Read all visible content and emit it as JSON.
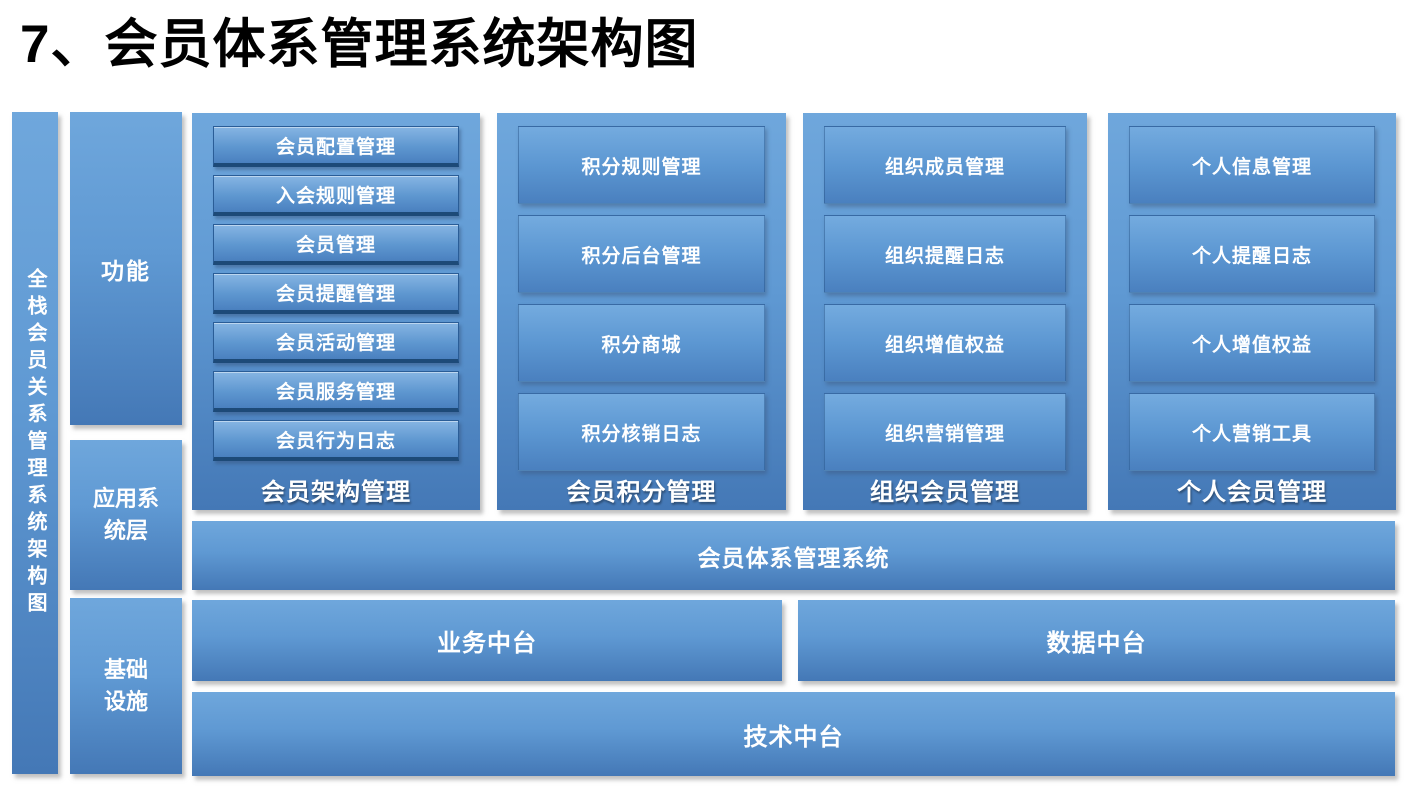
{
  "title": "7、会员体系管理系统架构图",
  "left_rail": {
    "label": "全栈会员关系管理系统架构图"
  },
  "layers": {
    "function": "功能",
    "application": "应用系\n统层",
    "infrastructure": "基础\n设施"
  },
  "groups": [
    {
      "label": "会员架构管理",
      "items": [
        "会员配置管理",
        "入会规则管理",
        "会员管理",
        "会员提醒管理",
        "会员活动管理",
        "会员服务管理",
        "会员行为日志"
      ]
    },
    {
      "label": "会员积分管理",
      "items": [
        "积分规则管理",
        "积分后台管理",
        "积分商城",
        "积分核销日志"
      ]
    },
    {
      "label": "组织会员管理",
      "items": [
        "组织成员管理",
        "组织提醒日志",
        "组织增值权益",
        "组织营销管理"
      ]
    },
    {
      "label": "个人会员管理",
      "items": [
        "个人信息管理",
        "个人提醒日志",
        "个人增值权益",
        "个人营销工具"
      ]
    }
  ],
  "bars": {
    "platform": "会员体系管理系统",
    "business": "业务中台",
    "data": "数据中台",
    "technology": "技术中台"
  },
  "colors": {
    "block_gradient_top": "#6FA7DC",
    "block_gradient_bottom": "#4478B6",
    "module_border_dark": "#1D4A78",
    "text": "#FFFFFF",
    "title_text": "#000000",
    "background": "#FFFFFF"
  }
}
